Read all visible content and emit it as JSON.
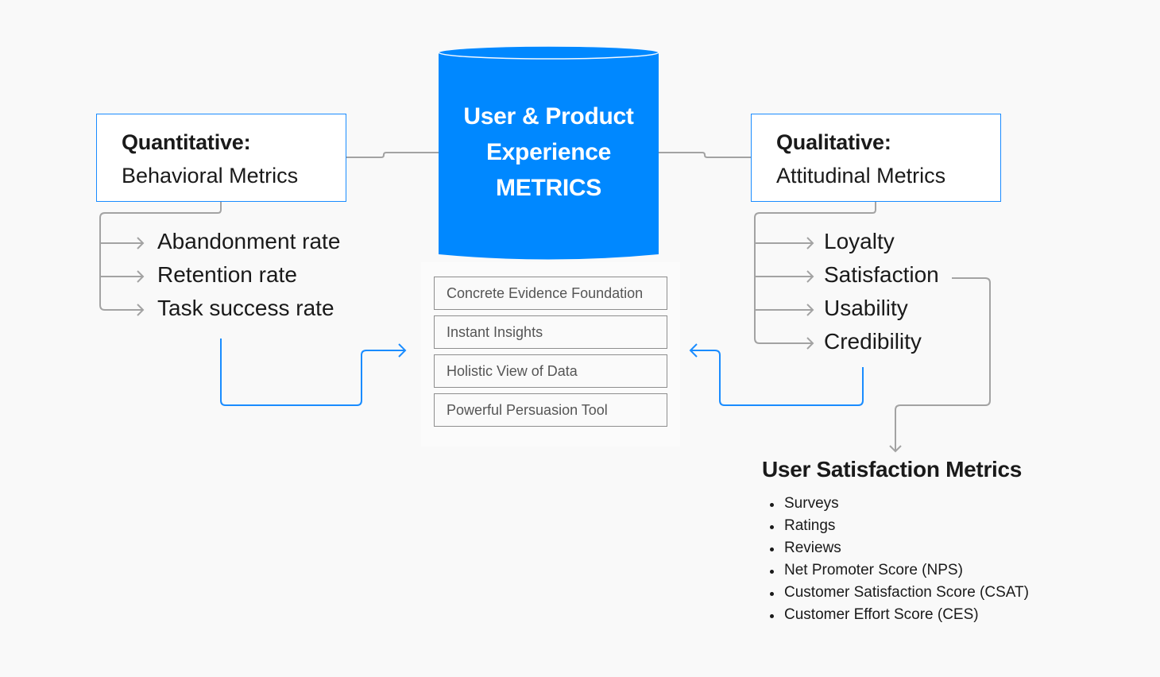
{
  "diagram": {
    "center": {
      "line1": "User & Product",
      "line2": "Experience",
      "line3": "METRICS",
      "color": "#0088ff"
    },
    "benefits": [
      "Concrete Evidence Foundation",
      "Instant Insights",
      "Holistic View of Data",
      "Powerful Persuasion Tool"
    ],
    "quantitative": {
      "title": "Quantitative:",
      "subtitle": "Behavioral Metrics",
      "items": [
        "Abandonment rate",
        "Retention rate",
        "Task success rate"
      ]
    },
    "qualitative": {
      "title": "Qualitative:",
      "subtitle": "Attitudinal Metrics",
      "items": [
        "Loyalty",
        "Satisfaction",
        "Usability",
        "Credibility"
      ]
    },
    "user_satisfaction": {
      "title": "User Satisfaction Metrics",
      "items": [
        "Surveys",
        "Ratings",
        "Reviews",
        "Net Promoter Score (NPS)",
        "Customer Satisfaction Score (CSAT)",
        "Customer Effort Score (CES)"
      ]
    },
    "colors": {
      "accent": "#1a8cff",
      "connector": "#a3a3a3",
      "background": "#f9f9f9"
    }
  }
}
